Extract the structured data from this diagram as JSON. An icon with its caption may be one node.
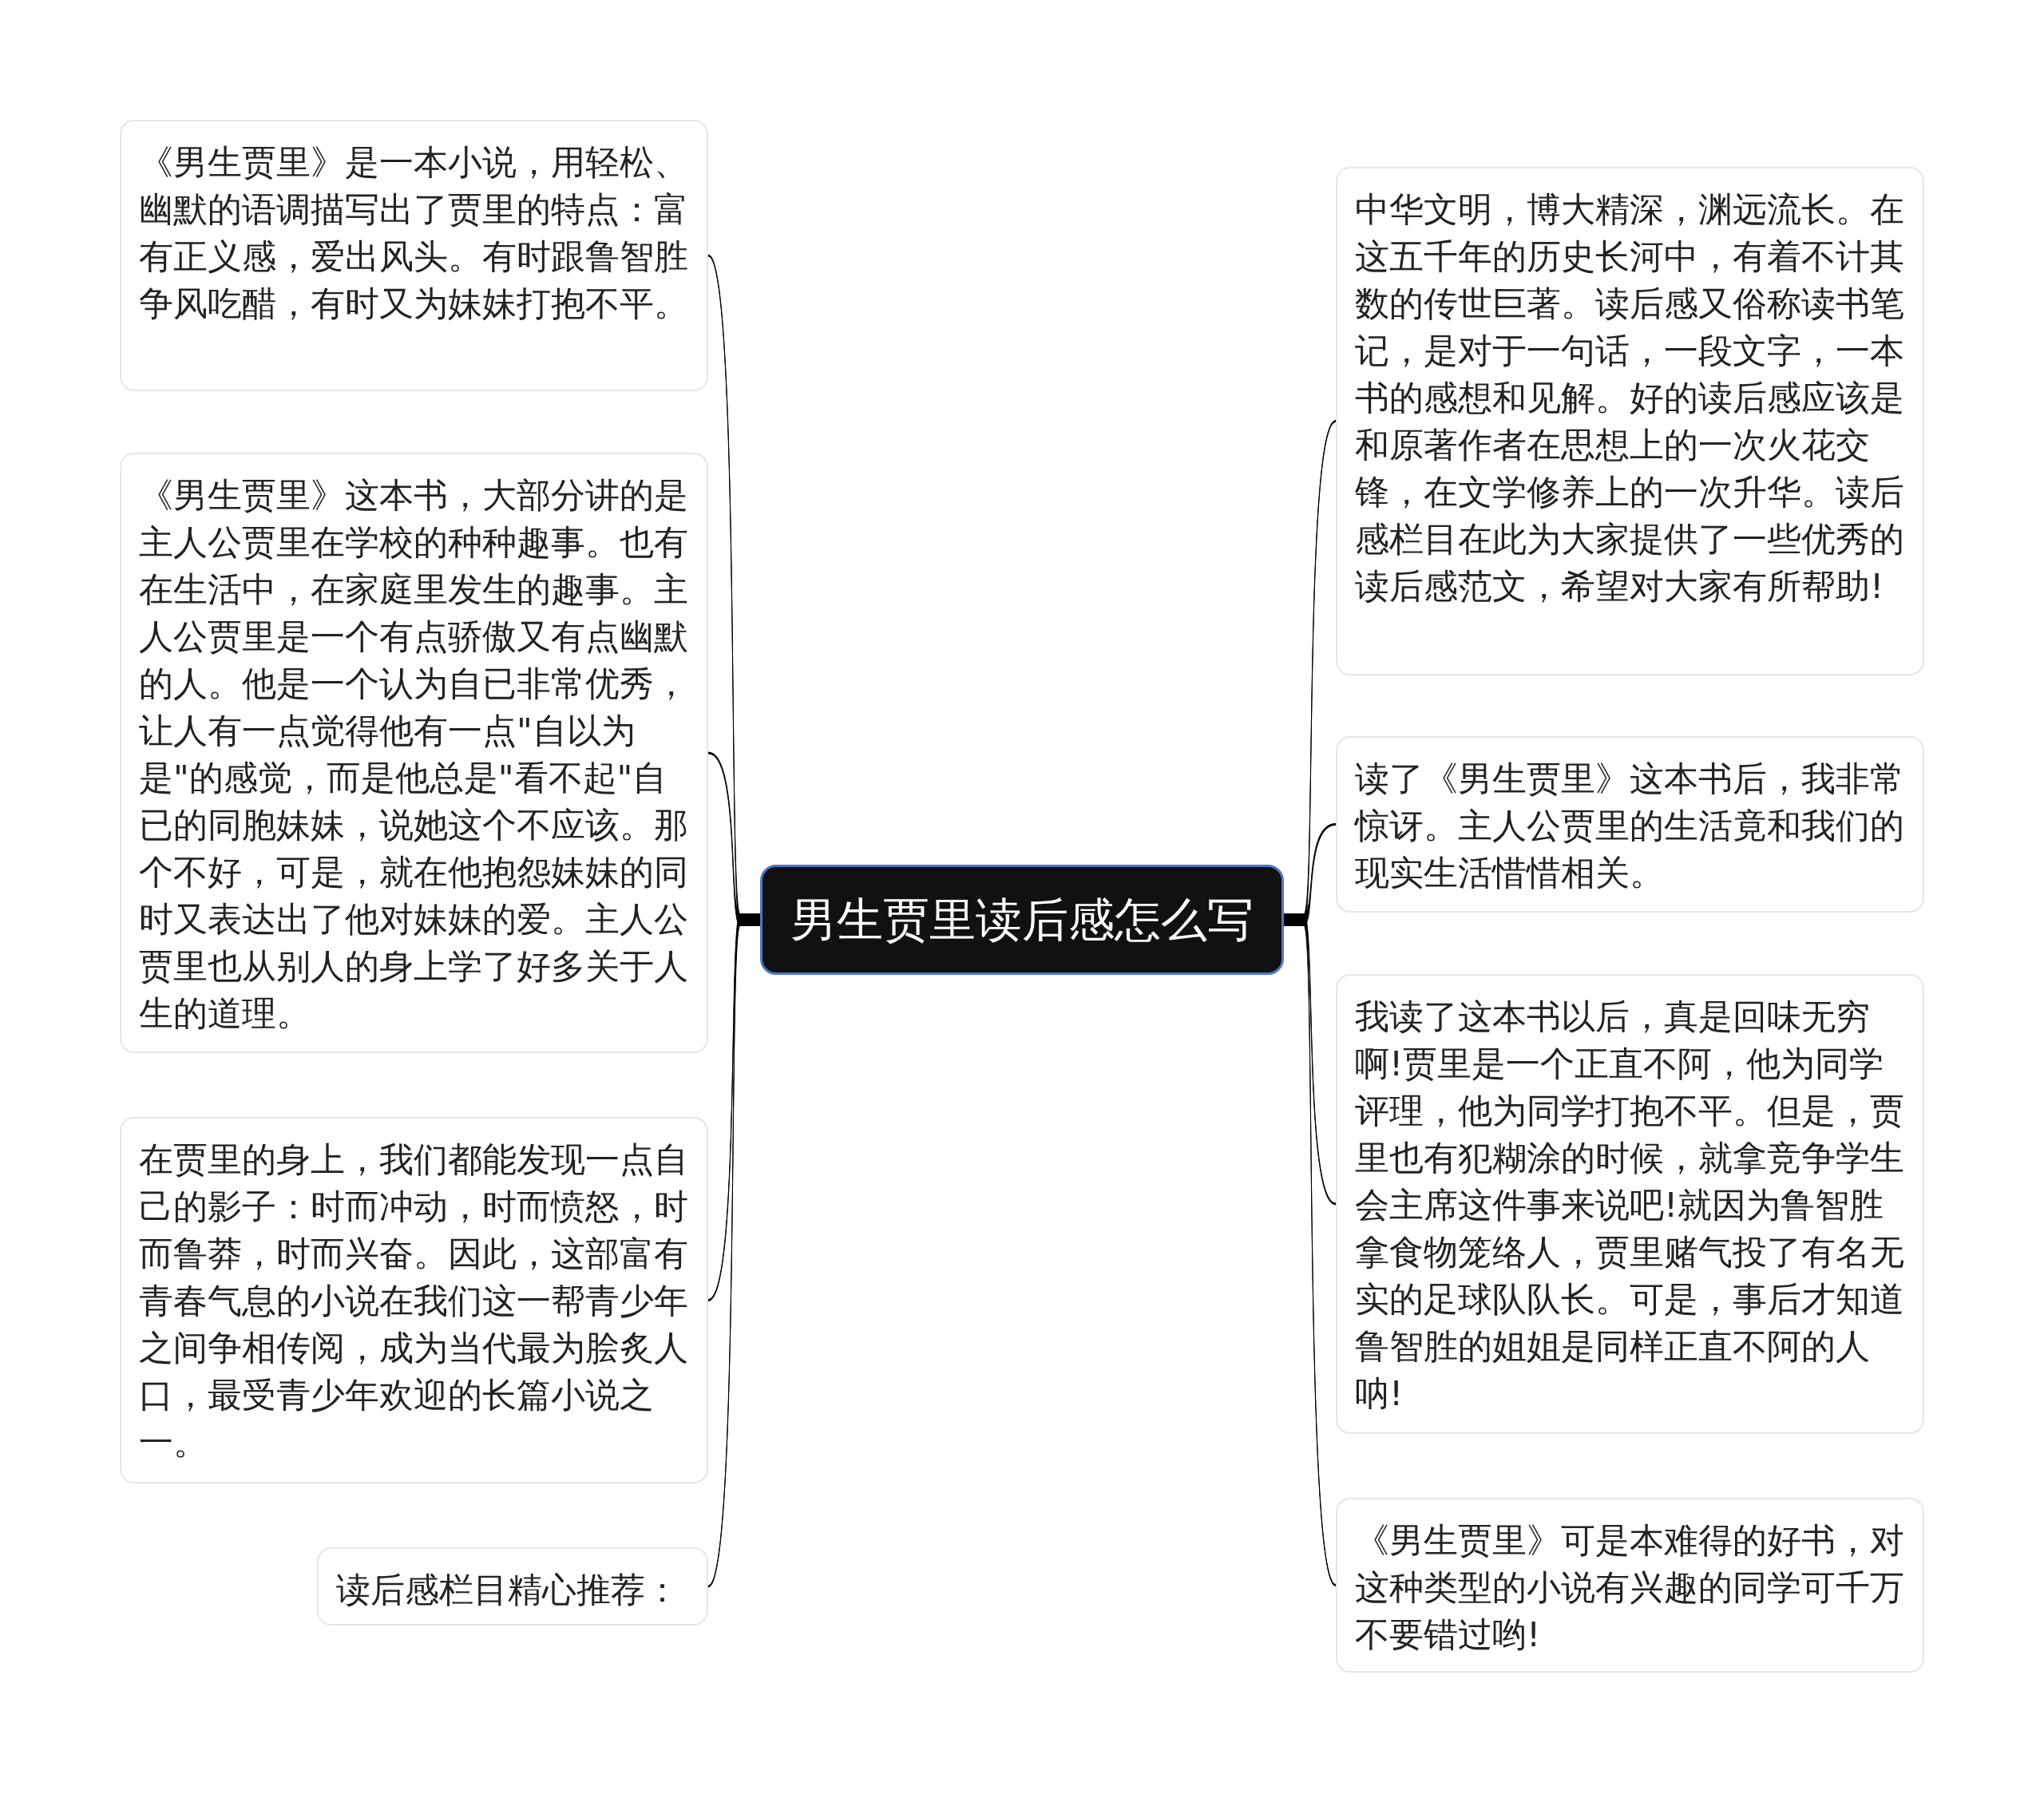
{
  "diagram": {
    "nodes": [
      {
        "text": [
          "男生贾里读后感怎么写"
        ]
      },
      {
        "text": [
          "《男生贾里》是一本小说，用轻松、幽默的语调描写出了贾里的特点：富有正义感，爱出风头。有时跟鲁智胜争风吃醋，有时又为妹妹打抱不平。"
        ]
      },
      {
        "text": [
          "《男生贾里》这本书，大部分讲的是主人公贾里在学校的种种趣事。也有在生活中，在家庭里发生的趣事。主人公贾里是一个有点骄傲又有点幽默的人。他是一个认为自已非常优秀，让人有一点觉得他有一点\"自以为是\"的感觉，而是他总是\"看不起\"自已的同胞妹妹，说她这个不应该。那个不好，可是，就在他抱怨妹妹的同时又表达出了他对妹妹的爱。主人公贾里也从别人的身上学了好多关于人生的道理。"
        ]
      },
      {
        "text": [
          "在贾里的身上，我们都能发现一点自己的影子：时而冲动，时而愤怒，时而鲁莽，时而兴奋。因此，这部富有青春气息的小说在我们这一帮青少年之间争相传阅，成为当代最为脍炙人口，最受青少年欢迎的长篇小说之一。"
        ]
      },
      {
        "text": [
          "读后感栏目精心推荐："
        ]
      },
      {
        "text": [
          "中华文明，博大精深，渊远流长。在这五千年的历史长河中，有着不计其数的传世巨著。读后感又俗称读书笔记，是对于一句话，一段文字，一本书的感想和见解。好的读后感应该是和原著作者在思想上的一次火花交锋，在文学修养上的一次升华。读后感栏目在此为大家提供了一些优秀的读后感范文，希望对大家有所帮助!"
        ]
      },
      {
        "text": [
          "读了《男生贾里》这本书后，我非常惊讶。主人公贾里的生活竟和我们的现实生活惜惜相关。"
        ]
      },
      {
        "text": [
          "我读了这本书以后，真是回味无穷啊!贾里是一个正直不阿，他为同学评理，他为同学打抱不平。但是，贾里也有犯糊涂的时候，就拿竞争学生会主席这件事来说吧!就因为鲁智胜拿食物笼络人，贾里赌气投了有名无实的足球队队长。可是，事后才知道鲁智胜的姐姐是同样正直不阿的人呐!"
        ]
      },
      {
        "text": [
          "《男生贾里》可是本难得的好书，对这种类型的小说有兴趣的同学可千万不要错过哟!"
        ]
      }
    ],
    "edges": [
      {
        "from": 0,
        "to": 1,
        "arrow": "none"
      },
      {
        "from": 0,
        "to": 2,
        "arrow": "none"
      },
      {
        "from": 0,
        "to": 3,
        "arrow": "none"
      },
      {
        "from": 0,
        "to": 4,
        "arrow": "none"
      },
      {
        "from": 0,
        "to": 5,
        "arrow": "none"
      },
      {
        "from": 0,
        "to": 6,
        "arrow": "none"
      },
      {
        "from": 0,
        "to": 7,
        "arrow": "none"
      },
      {
        "from": 0,
        "to": 8,
        "arrow": "none"
      }
    ]
  }
}
